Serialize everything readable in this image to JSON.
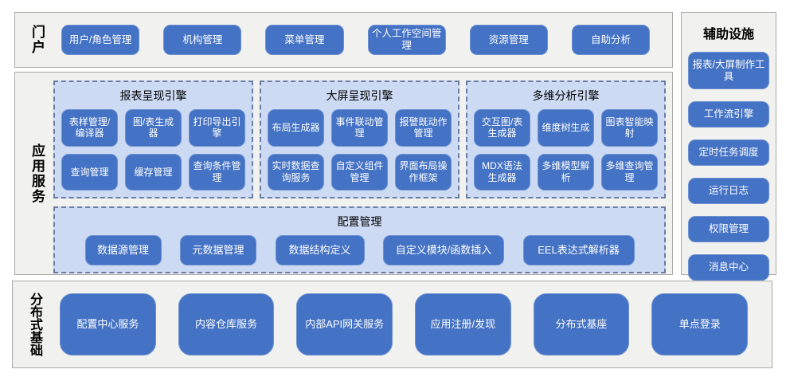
{
  "colors": {
    "node_fill": "#4472C4",
    "node_border": "#6D91D1",
    "group_bg": "#CCDAF3",
    "group_border": "#6B7CA3",
    "section_bg": "#F1F1EF",
    "section_border": "#A9A9A7",
    "node_text": "#FFFFFF",
    "label_text": "#000000"
  },
  "portal": {
    "label": "门户",
    "items": [
      "用户/角色管理",
      "机构管理",
      "菜单管理",
      "个人工作空间管理",
      "资源管理",
      "自助分析"
    ]
  },
  "app_services": {
    "label": "应用服务",
    "engines": [
      {
        "title": "报表呈现引擎",
        "items": [
          "表样管理/编译器",
          "图/表生成器",
          "打印导出引擎",
          "查询管理",
          "缓存管理",
          "查询条件管理"
        ]
      },
      {
        "title": "大屏呈现引擎",
        "items": [
          "布局生成器",
          "事件联动管理",
          "报警既动作管理",
          "实时数据查询服务",
          "自定义组件管理",
          "界面布局操作框架"
        ]
      },
      {
        "title": "多维分析引擎",
        "items": [
          "交互图/表生成器",
          "维度树生成",
          "图表智能映射",
          "MDX语法生成器",
          "多维模型解析",
          "多维查询管理"
        ]
      }
    ],
    "config": {
      "title": "配置管理",
      "items": [
        "数据源管理",
        "元数据管理",
        "数据结构定义",
        "自定义模块/函数插入",
        "EEL表达式解析器"
      ]
    }
  },
  "auxiliary": {
    "title": "辅助设施",
    "items": [
      "报表/大屏制作工具",
      "工作流引擎",
      "定时任务调度",
      "运行日志",
      "权限管理",
      "消息中心"
    ]
  },
  "distributed": {
    "label": "分布式基础",
    "items": [
      "配置中心服务",
      "内容仓库服务",
      "内部API网关服务",
      "应用注册/发现",
      "分布式基座",
      "单点登录"
    ]
  }
}
